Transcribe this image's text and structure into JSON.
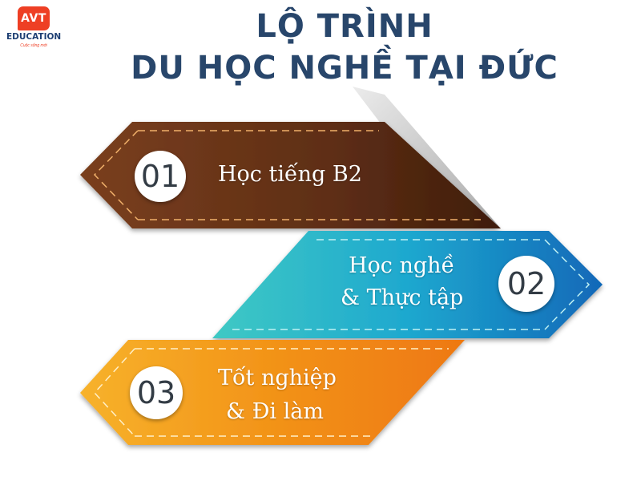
{
  "logo": {
    "mark": "AVT",
    "name": "EDUCATION",
    "tagline": "Cuộc sống mới"
  },
  "title": {
    "line1": "LỘ TRÌNH",
    "line2": "DU HỌC NGHỀ TẠI ĐỨC"
  },
  "steps": [
    {
      "number": "01",
      "line1": "Học tiếng B2",
      "line2": "",
      "color": "#6b3519"
    },
    {
      "number": "02",
      "line1": "Học nghề",
      "line2": "& Thực tập",
      "color": "#1aa2c8"
    },
    {
      "number": "03",
      "line1": "Tốt nghiệp",
      "line2": "& Đi làm",
      "color": "#f29a1b"
    }
  ],
  "colors": {
    "title": "#28466b",
    "brown": "#6b3519",
    "blue": "#1aa2c8",
    "orange": "#f29a1b",
    "logo": "#ee3f24"
  }
}
